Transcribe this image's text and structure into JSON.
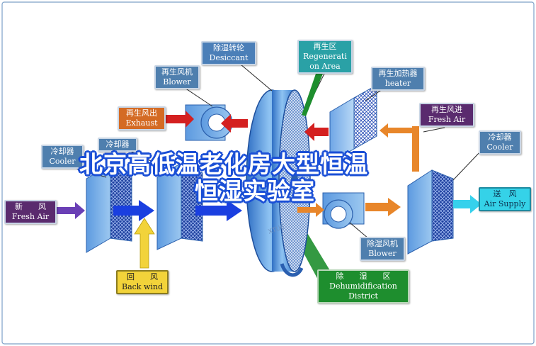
{
  "title_line1": "北京高低温老化房大型恒温",
  "title_line2": "恒湿实验室",
  "watermark": "XTUE",
  "labels": {
    "desiccant": {
      "cn": "除湿转轮",
      "en": "Desiccant"
    },
    "regen_area": {
      "cn": "再生区",
      "en1": "Regenerati",
      "en2": "on Area"
    },
    "regen_blower": {
      "cn": "再生风机",
      "en": "Blower"
    },
    "regen_heater": {
      "cn": "再生加热器",
      "en": "heater"
    },
    "exhaust": {
      "cn": "再生风出",
      "en": "Exhaust"
    },
    "fresh_air_in": {
      "cn": "再生风进",
      "en": "Fresh Air"
    },
    "cooler_left": {
      "cn": "冷却器",
      "en": "Cooler"
    },
    "cooler_mid": {
      "cn": "冷却器"
    },
    "cooler_right": {
      "cn": "冷却器",
      "en": "Cooler"
    },
    "fresh_air": {
      "cn": "新　　风",
      "en": "Fresh Air"
    },
    "supply": {
      "cn": "送　风",
      "en": "Air Supply"
    },
    "dehum_blower": {
      "cn": "除湿风机",
      "en": "Blower"
    },
    "back_wind": {
      "cn": "回　　风",
      "en": "Back wind"
    },
    "dehum_district": {
      "cn": "除　　湿　　区",
      "en1": "Dehumidification",
      "en2": "District"
    }
  },
  "colors": {
    "unit_blue": "#3f7bd0",
    "arrow_red": "#d42020",
    "arrow_orange": "#e8862a",
    "arrow_blue": "#1a3fe0",
    "arrow_purple": "#6a3fb5",
    "arrow_yellow": "#f2d33a",
    "arrow_cyan": "#36d1ec",
    "leader_green": "#1e8e2e",
    "title_stroke": "#1a4fd6"
  }
}
